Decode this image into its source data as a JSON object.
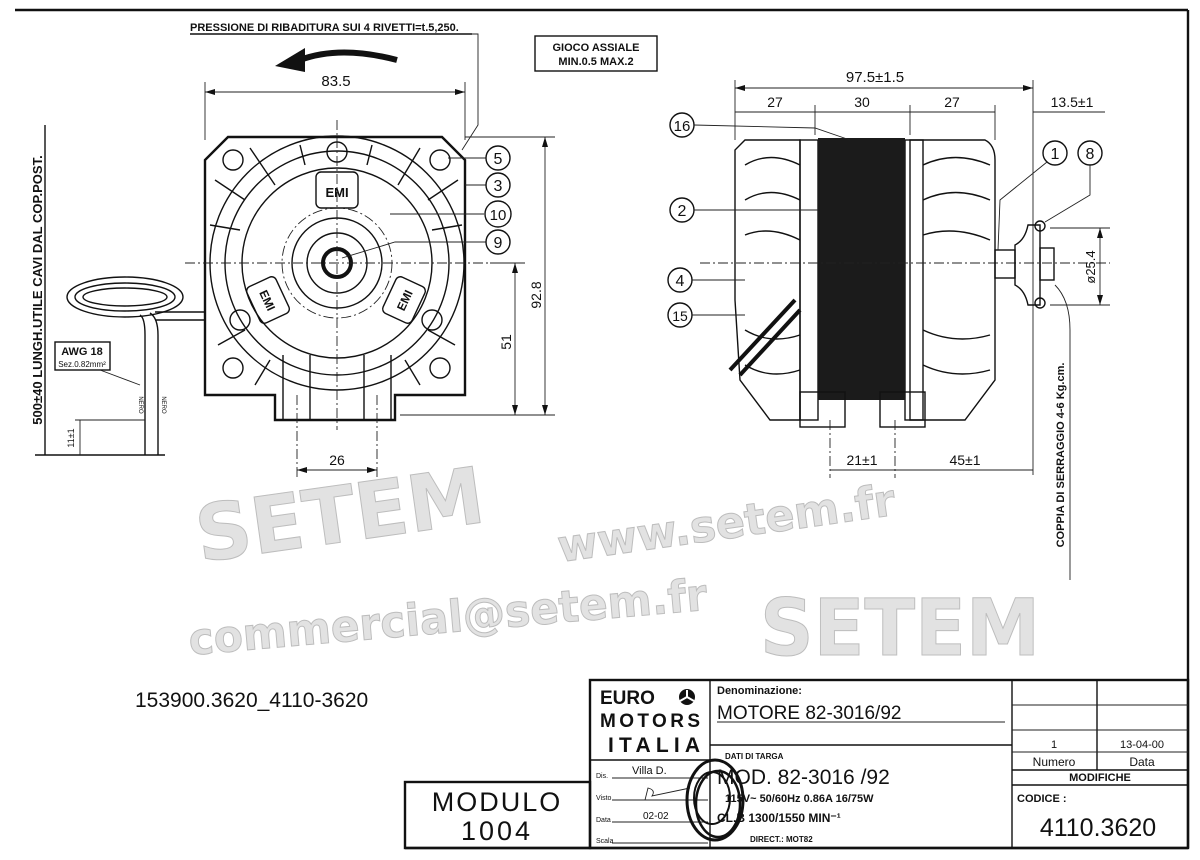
{
  "notes": {
    "riveting_pressure": "PRESSIONE DI RIBADITURA SUI 4 RIVETTI=t.5,250.",
    "axial_play_line1": "GIOCO ASSIALE",
    "axial_play_line2": "MIN.0.5 MAX.2",
    "cable_length": "500±40  LUNGH.UTILE CAVI DAL COP.POST.",
    "wire_gauge": "AWG 18",
    "wire_section": "Sez.0.82mm²",
    "wire_color_1": "NERO",
    "wire_color_2": "NERO",
    "tightening_torque": "COPPIA DI SERRAGGIO 4-6 Kg.cm.",
    "drawing_ref": "153900.3620_4110-3620"
  },
  "front_view": {
    "dim_width": "83.5",
    "dim_height": "92.8",
    "dim_axis_height": "51",
    "dim_feet": "26",
    "dim_lead": "11±1",
    "label_top": "EMI",
    "label_left": "EMI",
    "label_right": "EMI",
    "callouts": [
      "5",
      "3",
      "10",
      "9"
    ]
  },
  "side_view": {
    "dim_total": "97.5±1.5",
    "dim_seg1": "27",
    "dim_seg2": "30",
    "dim_seg3": "27",
    "dim_shaft": "13.5±1",
    "dim_hub": "ø25.4",
    "dim_foot1": "21±1",
    "dim_foot2": "45±1",
    "callouts_left": [
      "16",
      "2",
      "4",
      "15"
    ],
    "callouts_right": [
      "1",
      "8"
    ]
  },
  "watermark": {
    "url": "www.setem.fr",
    "brand": "SETEM",
    "brand2": "SETEM",
    "email": "commercial@setem.fr"
  },
  "modulo": {
    "label": "MODULO",
    "number": "1004"
  },
  "title_block": {
    "logo_line1": "EURO",
    "logo_line2": "MOTORS",
    "logo_line3": "ITALIA",
    "denomination_label": "Denominazione:",
    "denomination": "MOTORE 82-3016/92",
    "plate_label": "DATI DI TARGA",
    "model": "MOD. 82-3016 /92",
    "specs": "115V~  50/60Hz   0.86A   16/75W",
    "class_speed": "CL.B    1300/1550 MIN⁻¹",
    "direct": "DIRECT.: MOT82",
    "dis_label": "Dis.",
    "dis_value": "Villa D.",
    "visto_label": "Visto",
    "data_label": "Data",
    "data_value": "02-02",
    "scala_label": "Scala",
    "rev_number": "1",
    "rev_date": "13-04-00",
    "numero_header": "Numero",
    "data_header": "Data",
    "modifiche_header": "MODIFICHE",
    "codice_label": "CODICE :",
    "codice": "4110.3620"
  }
}
